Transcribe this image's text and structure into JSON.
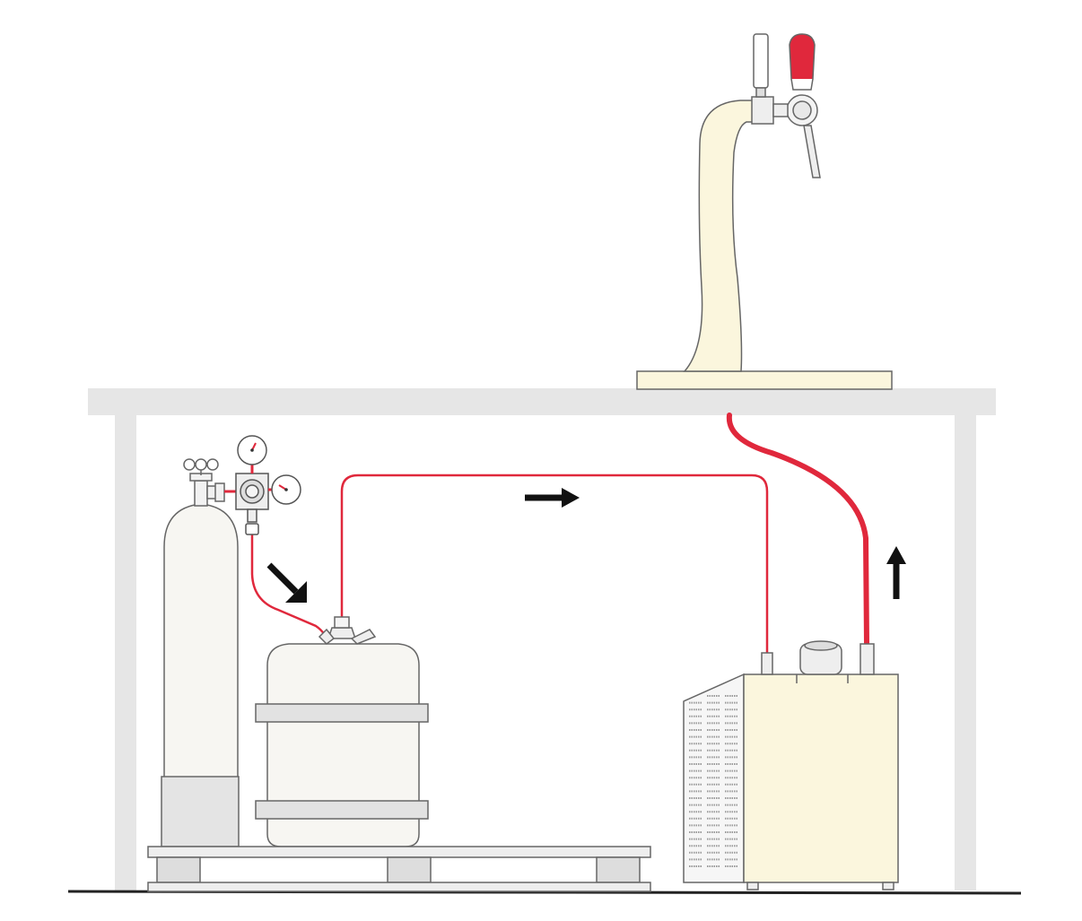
{
  "diagram": {
    "components": [
      {
        "id": "co2-cylinder",
        "kind": "gas cylinder"
      },
      {
        "id": "pressure-regulator",
        "kind": "regulator with two gauges"
      },
      {
        "id": "beer-keg",
        "kind": "keg"
      },
      {
        "id": "beer-cooler",
        "kind": "cooling unit"
      },
      {
        "id": "beer-tap-tower",
        "kind": "tap tower"
      },
      {
        "id": "counter-top",
        "kind": "bar counter"
      },
      {
        "id": "pallet",
        "kind": "pallet"
      }
    ],
    "flow": [
      {
        "from": "co2-cylinder",
        "to": "beer-keg",
        "arrow": "down-right"
      },
      {
        "from": "beer-keg",
        "to": "beer-cooler",
        "arrow": "right"
      },
      {
        "from": "beer-cooler",
        "to": "beer-tap-tower",
        "arrow": "up"
      }
    ],
    "colors": {
      "line": "#e0283c",
      "counter": "#e6e6e6",
      "cream": "#fbf6dd",
      "cylinder": "#f7f6f2",
      "outline": "#555555",
      "arrow": "#111111"
    }
  }
}
